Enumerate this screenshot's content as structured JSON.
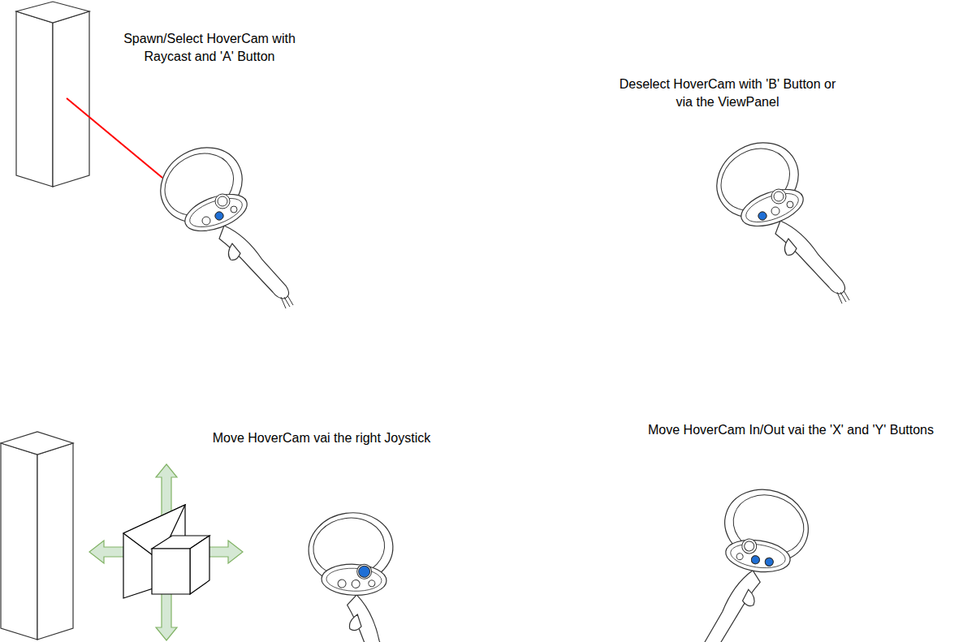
{
  "diagram": {
    "labels": [
      "Spawn/Select HoverCam with Raycast and 'A' Button",
      "Deselect HoverCam with 'B' Button or via the ViewPanel",
      "Move HoverCam vai the right Joystick",
      "Move HoverCam In/Out vai the 'X' and 'Y' Buttons"
    ]
  }
}
